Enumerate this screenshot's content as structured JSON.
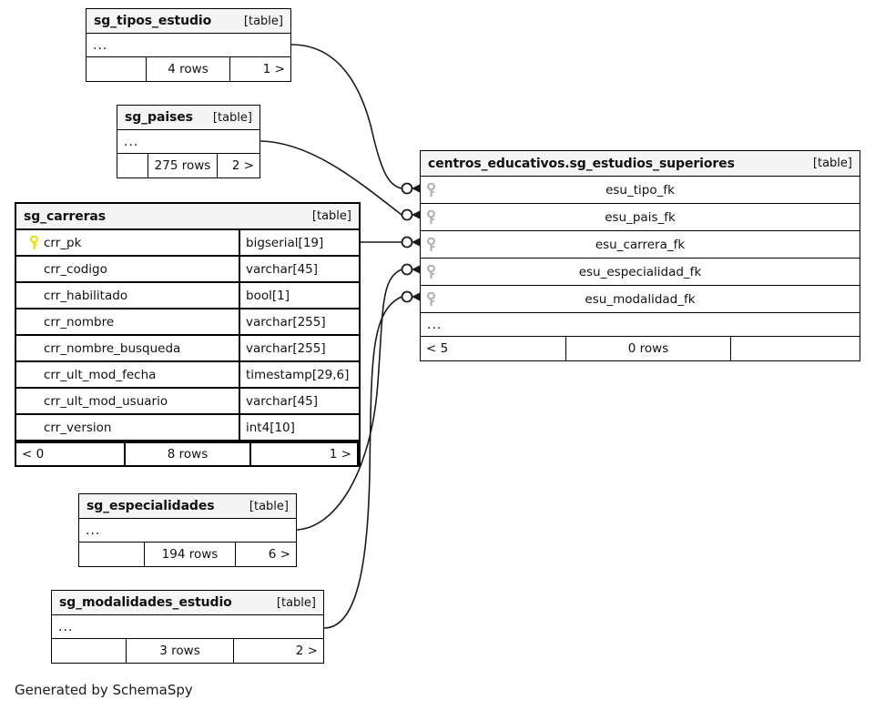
{
  "diagram": {
    "generator_text": "Generated by SchemaSpy",
    "table_tag": "[table]",
    "ellipsis": "...",
    "colors": {
      "primary_key_icon": "#e8e10c",
      "foreign_key_icon": "#b3b3b3",
      "table_header_bg": "#f5f5f5",
      "border": "#000000",
      "background": "#ffffff"
    }
  },
  "tables": [
    {
      "id": "sg_tipos_estudio",
      "name": "sg_tipos_estudio",
      "tag": "[table]",
      "focus": false,
      "has_ellipsis": true,
      "columns": [],
      "footer": {
        "left": "",
        "middle": "4 rows",
        "right": "1 >"
      }
    },
    {
      "id": "sg_paises",
      "name": "sg_paises",
      "tag": "[table]",
      "focus": false,
      "has_ellipsis": true,
      "columns": [],
      "footer": {
        "left": "",
        "middle": "275 rows",
        "right": "2 >"
      }
    },
    {
      "id": "sg_carreras",
      "name": "sg_carreras",
      "tag": "[table]",
      "focus": true,
      "has_ellipsis": false,
      "columns": [
        {
          "name": "crr_pk",
          "type": "bigserial[19]",
          "key": "primary"
        },
        {
          "name": "crr_codigo",
          "type": "varchar[45]",
          "key": "none"
        },
        {
          "name": "crr_habilitado",
          "type": "bool[1]",
          "key": "none"
        },
        {
          "name": "crr_nombre",
          "type": "varchar[255]",
          "key": "none"
        },
        {
          "name": "crr_nombre_busqueda",
          "type": "varchar[255]",
          "key": "none"
        },
        {
          "name": "crr_ult_mod_fecha",
          "type": "timestamp[29,6]",
          "key": "none"
        },
        {
          "name": "crr_ult_mod_usuario",
          "type": "varchar[45]",
          "key": "none"
        },
        {
          "name": "crr_version",
          "type": "int4[10]",
          "key": "none"
        }
      ],
      "footer": {
        "left": "< 0",
        "middle": "8 rows",
        "right": "1 >"
      }
    },
    {
      "id": "centros_educativos_sg_estudios_superiores",
      "name": "centros_educativos.sg_estudios_superiores",
      "tag": "[table]",
      "focus": false,
      "has_ellipsis": true,
      "columns": [
        {
          "name": "esu_tipo_fk",
          "type": "",
          "key": "foreign"
        },
        {
          "name": "esu_pais_fk",
          "type": "",
          "key": "foreign"
        },
        {
          "name": "esu_carrera_fk",
          "type": "",
          "key": "foreign"
        },
        {
          "name": "esu_especialidad_fk",
          "type": "",
          "key": "foreign"
        },
        {
          "name": "esu_modalidad_fk",
          "type": "",
          "key": "foreign"
        }
      ],
      "footer": {
        "left": "< 5",
        "middle": "0 rows",
        "right": ""
      }
    },
    {
      "id": "sg_especialidades",
      "name": "sg_especialidades",
      "tag": "[table]",
      "focus": false,
      "has_ellipsis": true,
      "columns": [],
      "footer": {
        "left": "",
        "middle": "194 rows",
        "right": "6 >"
      }
    },
    {
      "id": "sg_modalidades_estudio",
      "name": "sg_modalidades_estudio",
      "tag": "[table]",
      "focus": false,
      "has_ellipsis": true,
      "columns": [],
      "footer": {
        "left": "",
        "middle": "3 rows",
        "right": "2 >"
      }
    }
  ],
  "relationships": [
    {
      "from": "sg_tipos_estudio",
      "to_column": "esu_tipo_fk"
    },
    {
      "from": "sg_paises",
      "to_column": "esu_pais_fk"
    },
    {
      "from": "sg_carreras",
      "to_column": "esu_carrera_fk"
    },
    {
      "from": "sg_especialidades",
      "to_column": "esu_especialidad_fk"
    },
    {
      "from": "sg_modalidades_estudio",
      "to_column": "esu_modalidad_fk"
    }
  ]
}
